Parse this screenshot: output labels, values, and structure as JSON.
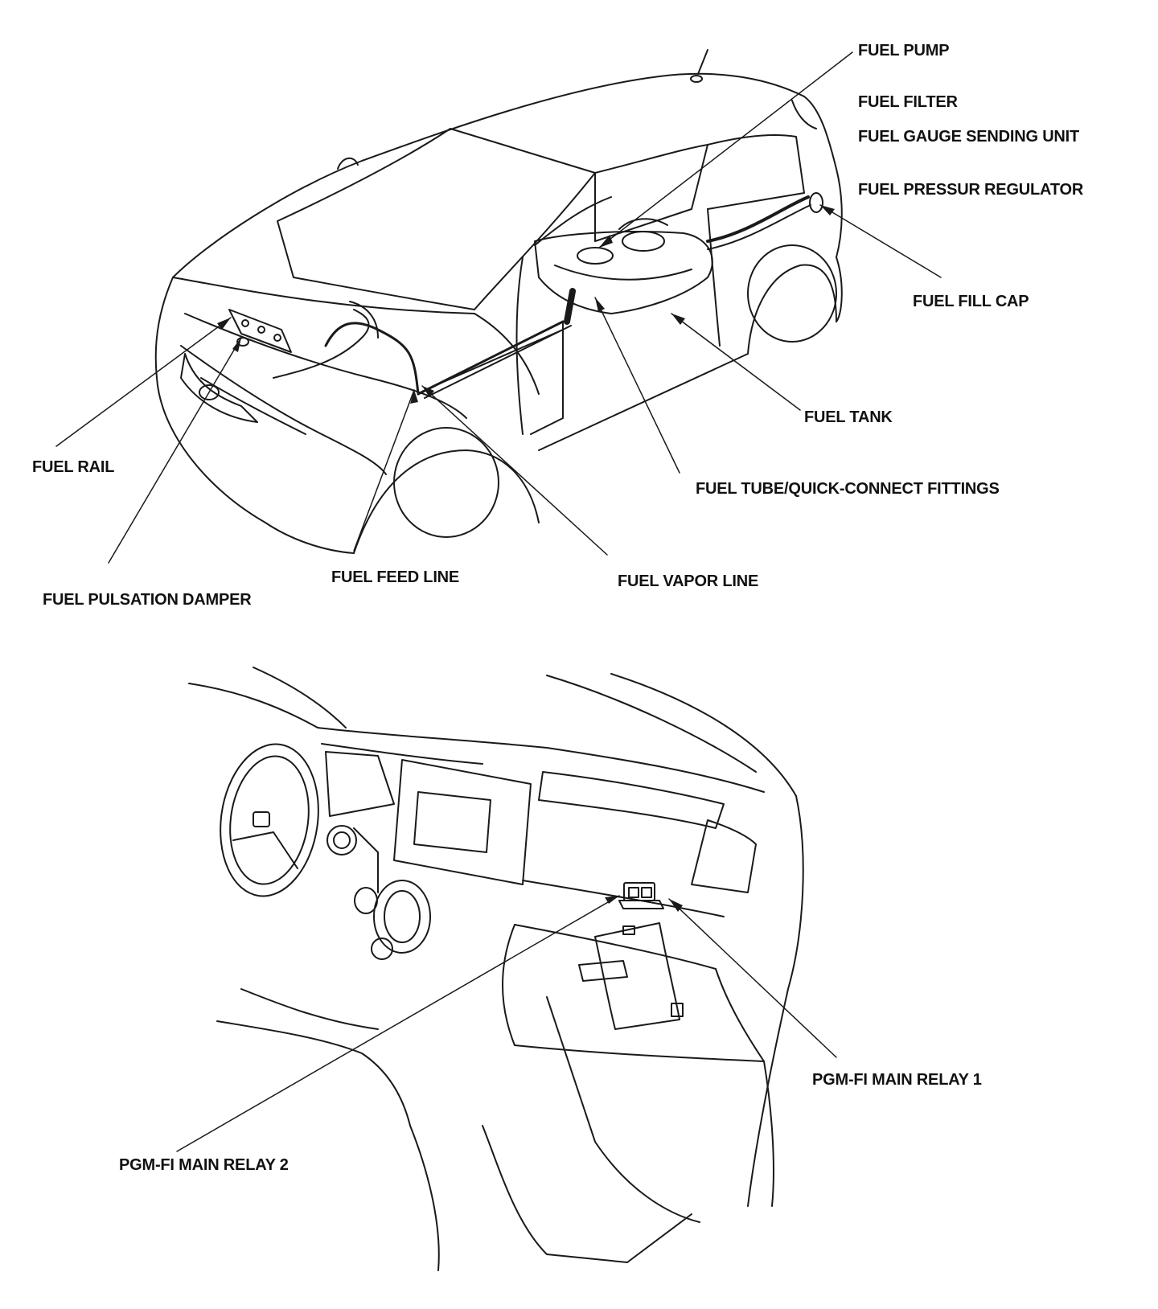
{
  "top_view": {
    "labels": {
      "fuel_pump": "FUEL PUMP",
      "fuel_filter": "FUEL FILTER",
      "fuel_gauge_sending_unit": "FUEL GAUGE SENDING UNIT",
      "fuel_pressure_regulator": "FUEL PRESSUR REGULATOR",
      "fuel_fill_cap": "FUEL FILL CAP",
      "fuel_tank": "FUEL TANK",
      "fuel_tube_fittings": "FUEL TUBE/QUICK-CONNECT FITTINGS",
      "fuel_rail": "FUEL RAIL",
      "fuel_pulsation_damper": "FUEL PULSATION DAMPER",
      "fuel_feed_line": "FUEL FEED LINE",
      "fuel_vapor_line": "FUEL VAPOR LINE"
    }
  },
  "bottom_view": {
    "labels": {
      "main_relay_1": "PGM-FI MAIN RELAY 1",
      "main_relay_2": "PGM-FI MAIN RELAY 2"
    }
  },
  "colors": {
    "ink": "#1a1a1a",
    "background": "#ffffff"
  }
}
